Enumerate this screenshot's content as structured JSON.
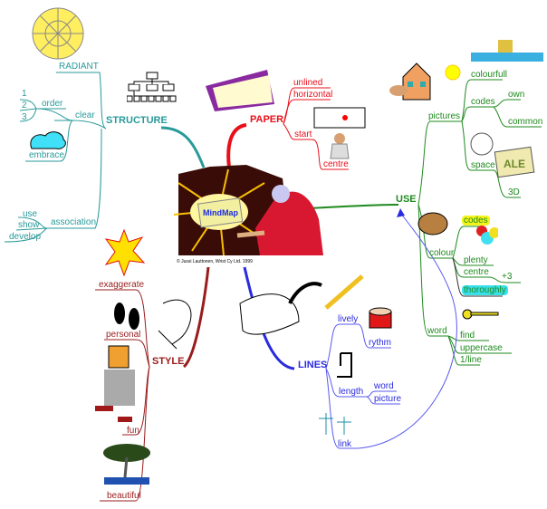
{
  "center": {
    "image": "mind-map-wizard",
    "copyright": "© Jussi Lauttonen, Wrist Cy Ltd. 1999",
    "inner_text": "MindMap"
  },
  "branches": {
    "structure": {
      "label": "STRUCTURE",
      "color": "#2a9a9a",
      "radiant": "RADIANT",
      "clear": "clear",
      "order": "order",
      "one": "1",
      "two": "2",
      "three": "3",
      "embrace": "embrace",
      "association": "association",
      "use": "use",
      "show": "show",
      "develop": "develop"
    },
    "paper": {
      "label": "PAPER",
      "color": "#e8101a",
      "unlined": "unlined",
      "horizontal": "horizontal",
      "start": "start",
      "centre": "centre"
    },
    "use": {
      "label": "USE",
      "color": "#1e8a1e",
      "pictures": "pictures",
      "colourfull": "colourfull",
      "codes": "codes",
      "own": "own",
      "common": "common",
      "space": "space",
      "three_d": "3D",
      "colour": "colour",
      "colour_codes": "codes",
      "plenty": "plenty",
      "centre": "centre",
      "plus3": "+3",
      "thoroughly": "thoroughly",
      "word": "word",
      "find": "find",
      "uppercase": "uppercase",
      "one_line": "1/line"
    },
    "style": {
      "label": "STYLE",
      "color": "#9a1c1c",
      "exaggerate": "exaggerate",
      "personal": "personal",
      "fun": "fun",
      "beautiful": "beautiful"
    },
    "lines": {
      "label": "LINES",
      "color": "#2a2ae0",
      "lively": "lively",
      "rythm": "rythm",
      "length": "length",
      "word": "word",
      "picture": "picture",
      "link": "link"
    }
  }
}
